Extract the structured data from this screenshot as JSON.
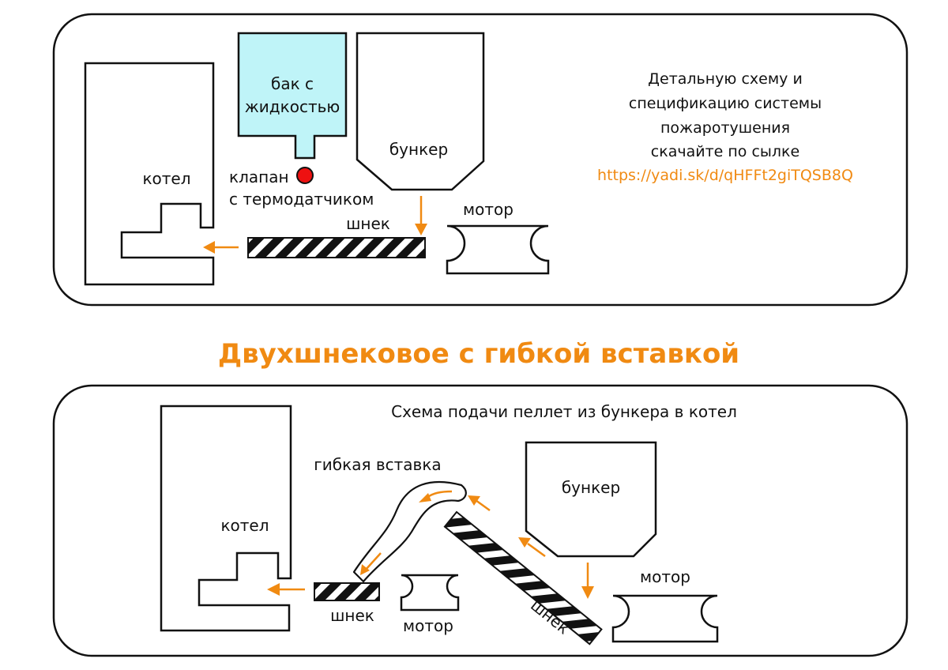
{
  "colors": {
    "accent": "#f08a12",
    "tank_fill": "#bff4f8",
    "valve": "#ee1111",
    "outline": "#111111"
  },
  "top_panel": {
    "tank_label_line1": "бак с",
    "tank_label_line2": "жидкостью",
    "valve_label_line1": "клапан",
    "valve_label_line2": "с термодатчиком",
    "boiler_label": "котел",
    "hopper_label": "бункер",
    "auger_label": "шнек",
    "motor_label": "мотор",
    "note_line1": "Детальную схему и",
    "note_line2": "спецификацию системы",
    "note_line3": "пожаротушения",
    "note_line4": "скачайте по сылке",
    "link": "https://yadi.sk/d/qHFFt2giTQSB8Q"
  },
  "section_title": "Двухшнековое с гибкой вставкой",
  "bottom_panel": {
    "caption": "Схема подачи пеллет из бункера в котел",
    "flex_label": "гибкая вставка",
    "boiler_label": "котел",
    "hopper_label": "бункер",
    "small_auger_label": "шнек",
    "small_motor_label": "мотор",
    "big_auger_label": "шнек",
    "big_motor_label": "мотор"
  }
}
